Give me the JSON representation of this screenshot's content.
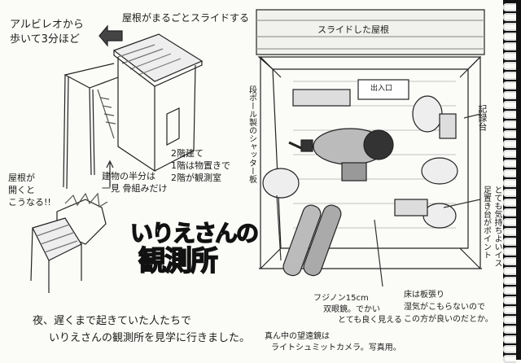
{
  "left": {
    "distance_note": [
      "アルビレオから",
      "歩いて3分ほど"
    ],
    "roof_slide_note": "屋根がまるごとスライドする",
    "floors_note": [
      "2階建て",
      "1階は物置きで",
      "2階が観測室"
    ],
    "frame_note": [
      "建物の半分は",
      "一見 骨組みだけ"
    ],
    "roof_open_note": [
      "屋根が",
      "開くと",
      "こうなる!!"
    ],
    "title": [
      "いりえさんの",
      "観測所"
    ],
    "caption": [
      "夜、遅くまで起きていた人たちで",
      "いりえさんの観測所を見学に行きました。"
    ]
  },
  "right": {
    "slid_roof_label": "スライドした屋根",
    "entrance_label": "出入口",
    "shutter_note": "段ボール製のシャッター板",
    "record_table_note": "記録台",
    "chair_note": [
      "とても気持ちよいイス",
      "足置き台がポイント"
    ],
    "binocular_note": [
      "フジノン15cm",
      "双眼鏡。でかい",
      "とても良く見える"
    ],
    "floor_note": [
      "床は板張り",
      "湿気がこもらないので",
      "この方が良いのだとか。"
    ],
    "telescope_note": [
      "真ん中の望遠鏡は",
      "ライトシュミットカメラ。写真用。"
    ]
  }
}
